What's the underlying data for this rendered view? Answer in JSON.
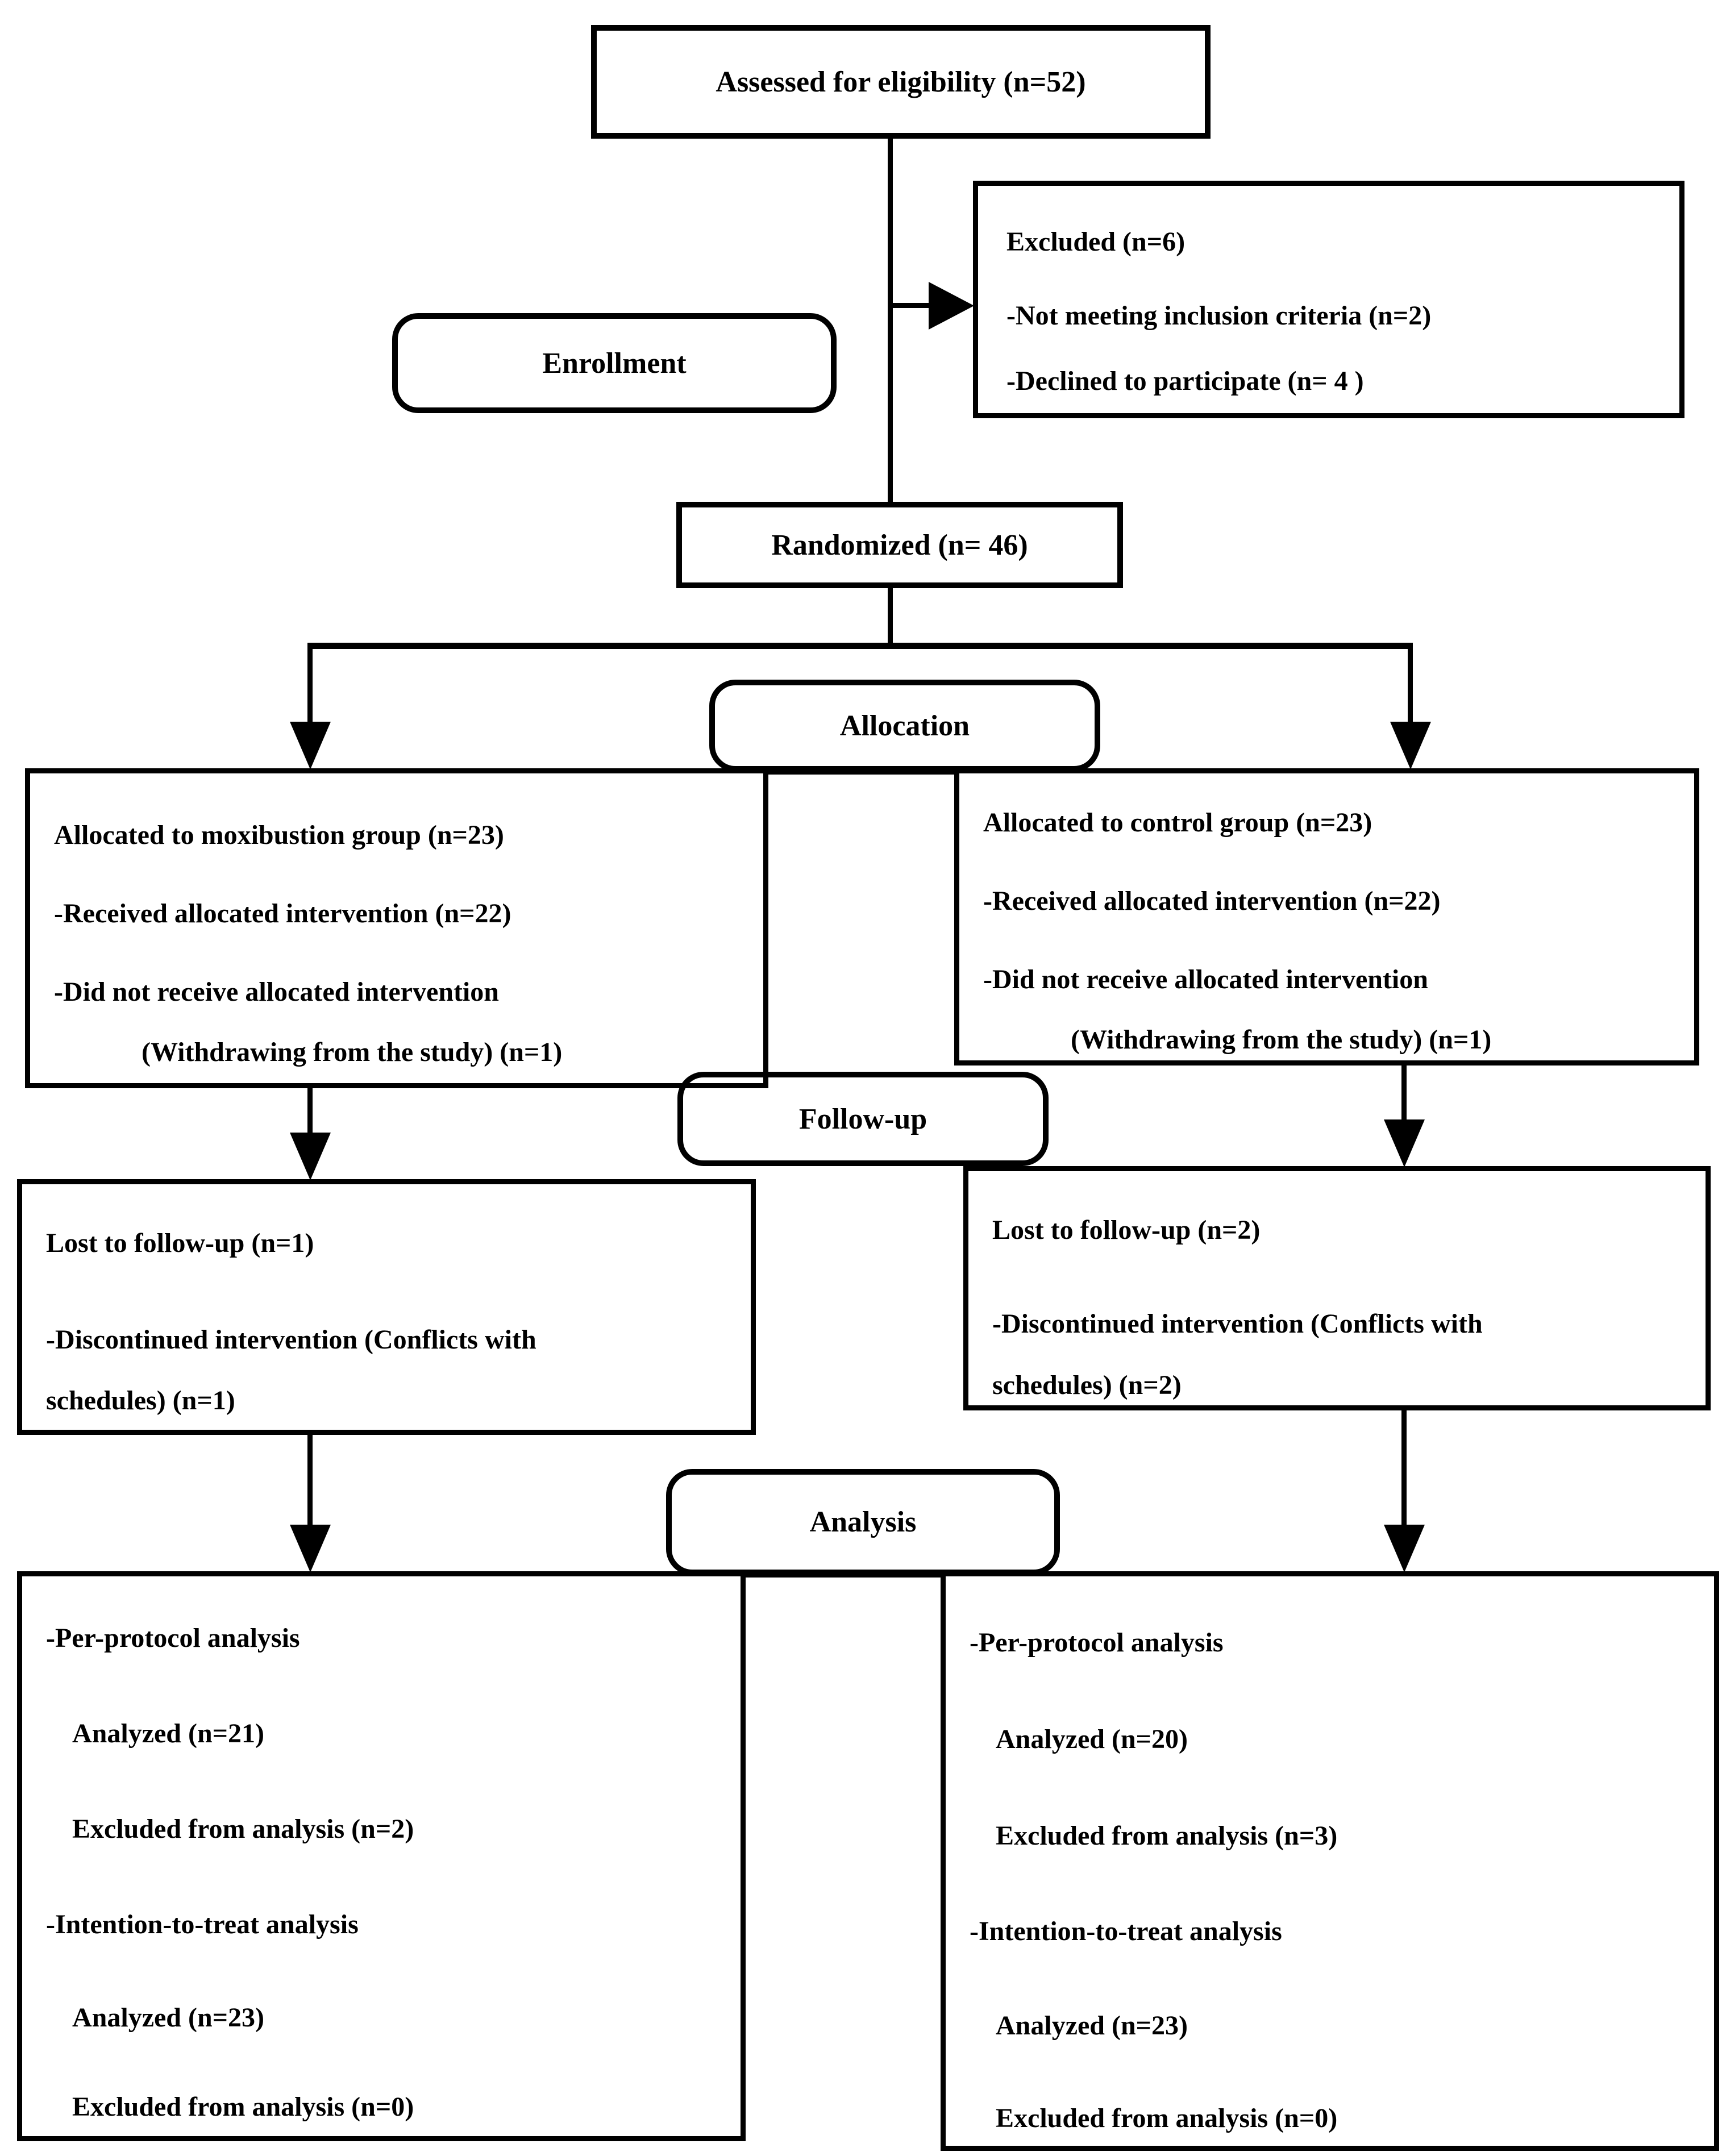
{
  "palette": {
    "ink": "#000000",
    "background": "#ffffff"
  },
  "flow": {
    "assessed": {
      "text": "Assessed for eligibility (n=52)"
    },
    "excluded": {
      "lines": [
        "Excluded (n=6)",
        "-Not meeting inclusion criteria (n=2)",
        "-Declined to participate (n= 4 )"
      ]
    },
    "enrollment_label": "Enrollment",
    "randomized": {
      "text": "Randomized (n= 46)"
    },
    "allocation_label": "Allocation",
    "alloc_left": {
      "lines": [
        "Allocated to moxibustion group (n=23)",
        "-Received allocated intervention (n=22)",
        "-Did not receive allocated intervention",
        "(Withdrawing from the study) (n=1)"
      ]
    },
    "alloc_right": {
      "lines": [
        "Allocated to control group (n=23)",
        "-Received allocated intervention (n=22)",
        "-Did not receive allocated intervention",
        "(Withdrawing from the study) (n=1)"
      ]
    },
    "followup_label": "Follow-up",
    "fu_left": {
      "lines": [
        "Lost to follow-up (n=1)",
        "-Discontinued intervention (Conflicts with",
        "schedules) (n=1)"
      ]
    },
    "fu_right": {
      "lines": [
        "Lost to follow-up (n=2)",
        "-Discontinued intervention (Conflicts with",
        "schedules) (n=2)"
      ]
    },
    "analysis_label": "Analysis",
    "an_left": {
      "lines": [
        "-Per-protocol analysis",
        "Analyzed (n=21)",
        "Excluded from analysis (n=2)",
        "-Intention-to-treat analysis",
        "Analyzed (n=23)",
        "Excluded from analysis (n=0)"
      ]
    },
    "an_right": {
      "lines": [
        "-Per-protocol analysis",
        "Analyzed (n=20)",
        "Excluded from analysis (n=3)",
        "-Intention-to-treat analysis",
        "Analyzed (n=23)",
        "Excluded from analysis (n=0)"
      ]
    }
  }
}
